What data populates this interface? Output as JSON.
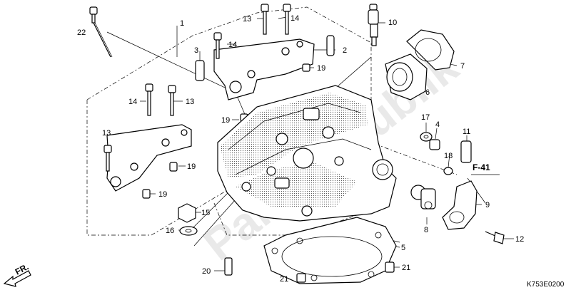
{
  "watermark": "PartsRepublik",
  "diagram_code": "K753E0200",
  "direction_label": "FR.",
  "reference_label": "F-41",
  "callouts": [
    {
      "id": "c1",
      "text": "1"
    },
    {
      "id": "c2",
      "text": "2"
    },
    {
      "id": "c3",
      "text": "3"
    },
    {
      "id": "c4",
      "text": "4"
    },
    {
      "id": "c5",
      "text": "5"
    },
    {
      "id": "c6",
      "text": "6"
    },
    {
      "id": "c7",
      "text": "7"
    },
    {
      "id": "c8",
      "text": "8"
    },
    {
      "id": "c9",
      "text": "9"
    },
    {
      "id": "c10",
      "text": "10"
    },
    {
      "id": "c11",
      "text": "11"
    },
    {
      "id": "c12",
      "text": "12"
    },
    {
      "id": "c13a",
      "text": "13"
    },
    {
      "id": "c13b",
      "text": "13"
    },
    {
      "id": "c13c",
      "text": "13"
    },
    {
      "id": "c14a",
      "text": "14"
    },
    {
      "id": "c14b",
      "text": "14"
    },
    {
      "id": "c14c",
      "text": "14"
    },
    {
      "id": "c15",
      "text": "15"
    },
    {
      "id": "c16",
      "text": "16"
    },
    {
      "id": "c17",
      "text": "17"
    },
    {
      "id": "c18",
      "text": "18"
    },
    {
      "id": "c19a",
      "text": "19"
    },
    {
      "id": "c19b",
      "text": "19"
    },
    {
      "id": "c19c",
      "text": "19"
    },
    {
      "id": "c19d",
      "text": "19"
    },
    {
      "id": "c20",
      "text": "20"
    },
    {
      "id": "c21a",
      "text": "21"
    },
    {
      "id": "c21b",
      "text": "21"
    },
    {
      "id": "c22",
      "text": "22"
    }
  ]
}
